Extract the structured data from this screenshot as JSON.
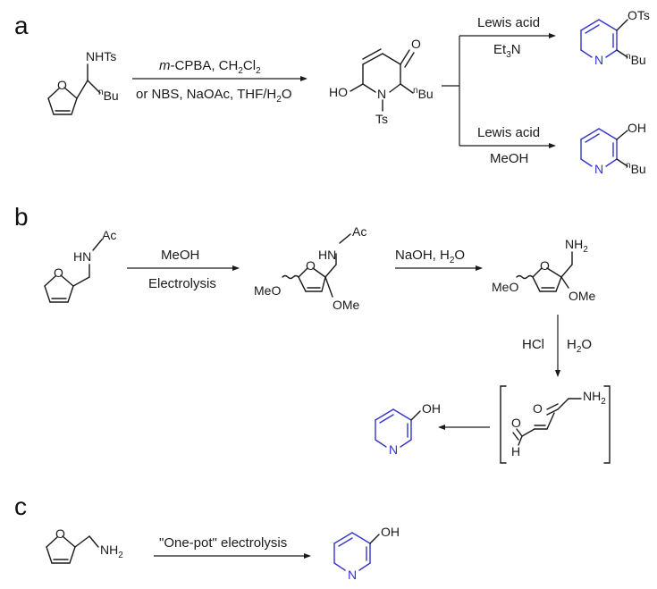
{
  "colors": {
    "ink": "#1a1a1a",
    "pyridine_ring": "#3333cc"
  },
  "panels": {
    "a": "a",
    "b": "b",
    "c": "c"
  },
  "atoms": {
    "N": "N",
    "O": "O",
    "NH": "NH",
    "H": "H",
    "NHTs": "NHTs",
    "Ts": "Ts",
    "Bu": "Bu",
    "n": "n",
    "OTs": "OTs",
    "OH": "OH",
    "HO": "HO",
    "HN": "HN",
    "Ac": "Ac",
    "two": "2",
    "OMe": "OMe",
    "MeO": "MeO"
  },
  "reagents": {
    "a_step1_line1_m": "m",
    "a_step1_line1_rest": "-CPBA, CH",
    "a_step1_line1_cl": "Cl",
    "a_step1_line2": "or NBS, NaOAc, THF/H",
    "a_step1_line2_end": "O",
    "a_top_line1": "Lewis acid",
    "a_top_line2": "Et",
    "a_top_line2_end": "N",
    "a_bottom_line1": "Lewis acid",
    "a_bottom_line2": "MeOH",
    "b_step1_line1": "MeOH",
    "b_step1_line2": "Electrolysis",
    "b_step2": "NaOH, H",
    "b_step2_end": "O",
    "b_step3_hcl": "HCl",
    "b_step3_h2o": "H",
    "b_step3_h2o_end": "O",
    "c_step": "\"One-pot\" electrolysis"
  }
}
